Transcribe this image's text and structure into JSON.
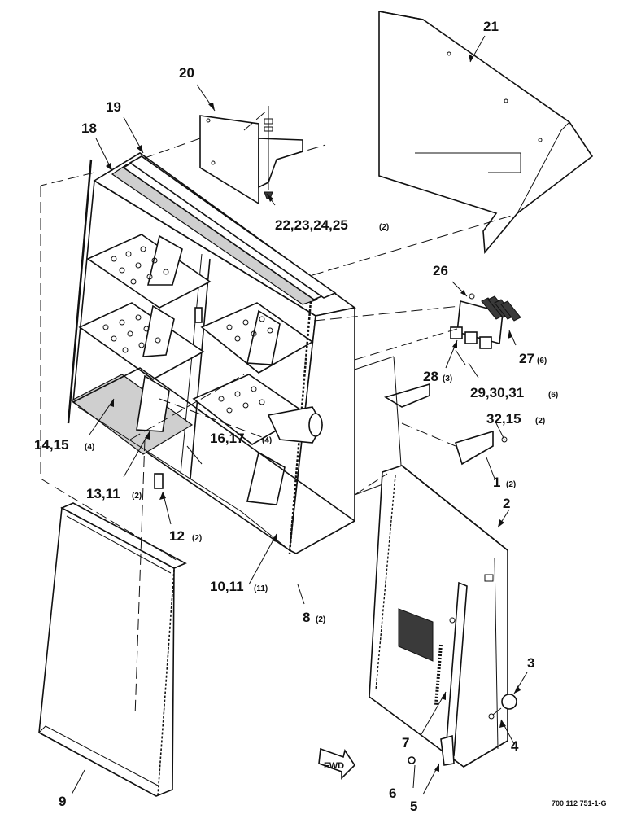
{
  "figure_code": "700 112 751-1-G",
  "arrow_label": "FWD",
  "callouts": {
    "c1": {
      "number": "1",
      "qty": "(2)"
    },
    "c2": {
      "number": "2",
      "qty": ""
    },
    "c3": {
      "number": "3",
      "qty": ""
    },
    "c4": {
      "number": "4",
      "qty": ""
    },
    "c5": {
      "number": "5",
      "qty": ""
    },
    "c6": {
      "number": "6",
      "qty": ""
    },
    "c7": {
      "number": "7",
      "qty": ""
    },
    "c8": {
      "number": "8",
      "qty": "(2)"
    },
    "c9": {
      "number": "9",
      "qty": ""
    },
    "c10": {
      "number": "10,11",
      "qty": "(11)"
    },
    "c12": {
      "number": "12",
      "qty": "(2)"
    },
    "c13": {
      "number": "13,11",
      "qty": "(2)"
    },
    "c14": {
      "number": "14,15",
      "qty": "(4)"
    },
    "c16": {
      "number": "16,17",
      "qty": "(4)"
    },
    "c18": {
      "number": "18",
      "qty": ""
    },
    "c19": {
      "number": "19",
      "qty": ""
    },
    "c20": {
      "number": "20",
      "qty": ""
    },
    "c21": {
      "number": "21",
      "qty": ""
    },
    "c22": {
      "number": "22,23,24,25",
      "qty": "(2)"
    },
    "c26": {
      "number": "26",
      "qty": ""
    },
    "c27": {
      "number": "27",
      "qty": "(6)"
    },
    "c28": {
      "number": "28",
      "qty": "(3)"
    },
    "c29": {
      "number": "29,30,31",
      "qty": "(6)"
    },
    "c32": {
      "number": "32,15",
      "qty": "(2)"
    }
  }
}
